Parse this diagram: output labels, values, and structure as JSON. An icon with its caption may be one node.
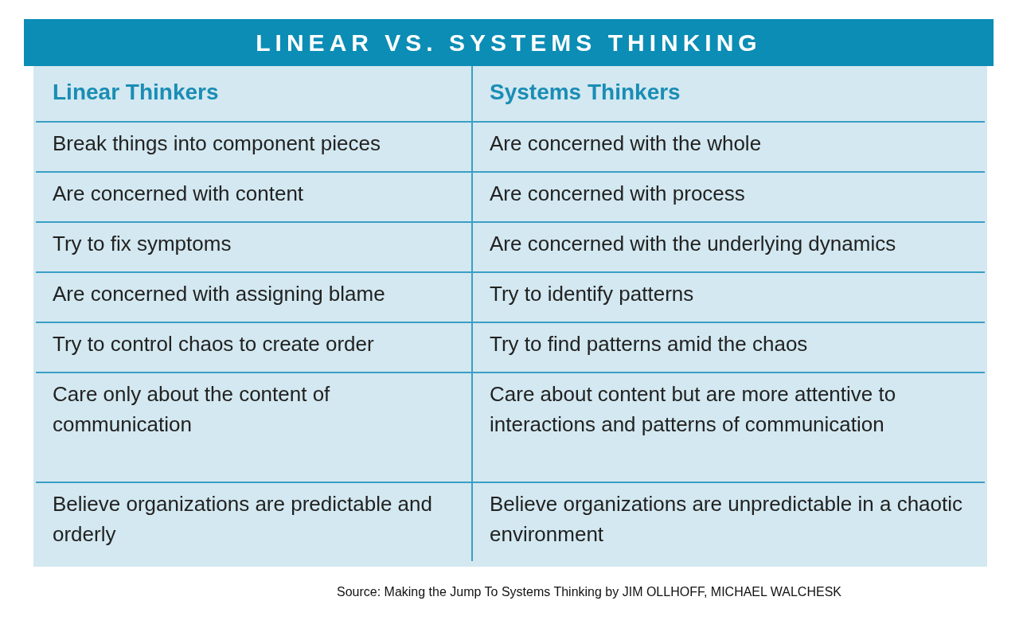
{
  "diagram": {
    "title": "LINEAR VS. SYSTEMS THINKING",
    "caption": "Source: Making the Jump To Systems Thinking by JIM OLLHOFF, MICHAEL WALCHESK",
    "labels": [
      "Linear Thinkers",
      "Systems Thinkers",
      "Break things into component pieces",
      "Are concerned with the whole",
      "Are concerned with content",
      "Are concerned with process",
      "Try to fix symptoms",
      "Are concerned with the underlying dynamics",
      "Are concerned with assigning blame",
      "Try to identify patterns",
      "Try to control chaos to create order",
      "Try to find patterns amid the chaos",
      "Care only about the content of communication",
      "Care about content but are more attentive to interactions and patterns of communication",
      "Believe organizations are predictable and orderly",
      "Believe organizations are unpredictable in a chaotic environment"
    ]
  }
}
